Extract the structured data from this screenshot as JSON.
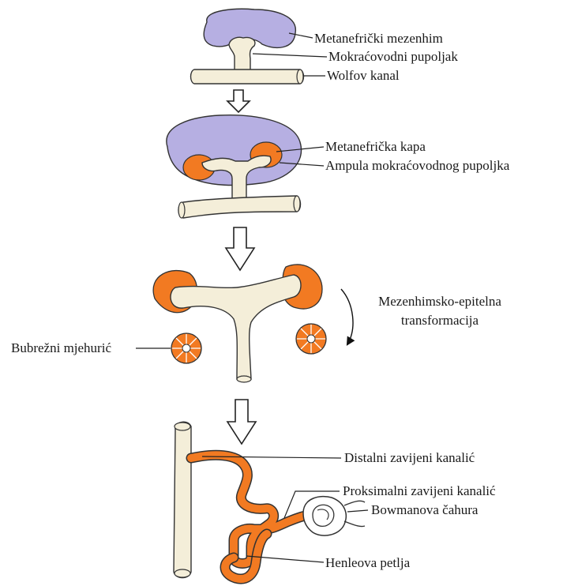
{
  "labels": {
    "metanephric_mesenchyme": "Metanefrički mezenhim",
    "ureteric_bud": "Mokraćovodni pupoljak",
    "wolffian_duct": "Wolfov kanal",
    "metanephric_cap": "Metanefrička kapa",
    "ureteric_bud_ampulla": "Ampula mokraćovodnog pupoljka",
    "met_line1": "Mezenhimsko-epitelna",
    "met_line2": "transformacija",
    "renal_vesicle": "Bubrežni mjehurić",
    "distal_tubule": "Distalni zavijeni kanalić",
    "proximal_tubule": "Proksimalni zavijeni kanalić",
    "bowman_capsule": "Bowmanova čahura",
    "loop_of_henle": "Henleova petlja"
  },
  "colors": {
    "mesenchyme": "#b6afe2",
    "duct": "#f4eed9",
    "cap": "#f27a22",
    "outline": "#222222"
  }
}
